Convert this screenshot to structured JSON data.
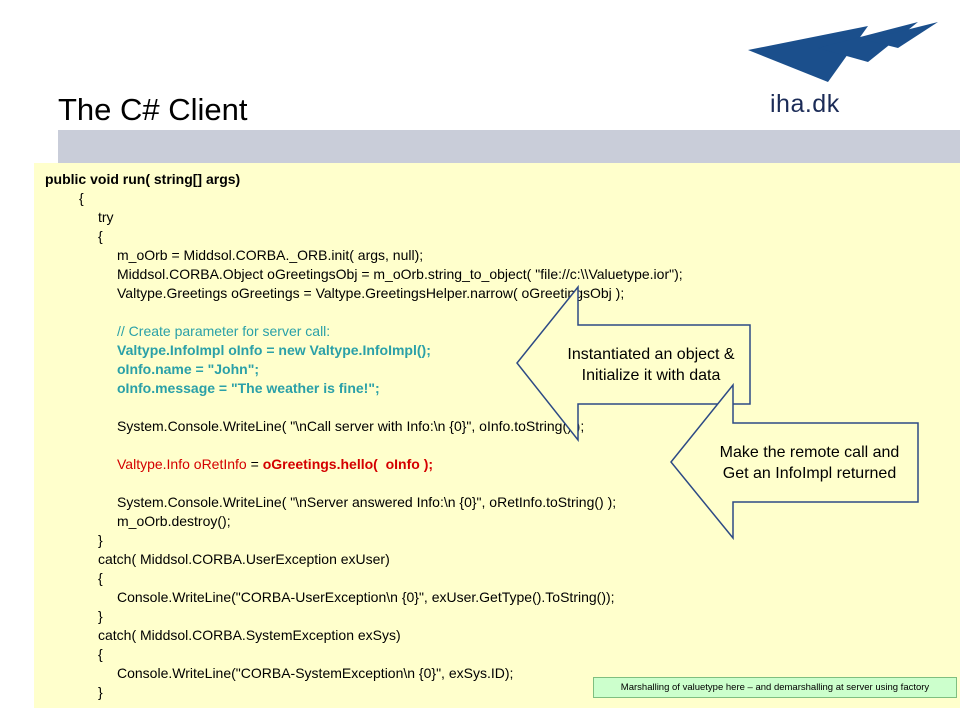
{
  "slide": {
    "title": "The C# Client",
    "logo_text": "iha.dk"
  },
  "code": {
    "line_01": "public void run( string[] args)",
    "line_02": "{",
    "line_03": "try",
    "line_04": "{",
    "line_05": "m_oOrb = Middsol.CORBA._ORB.init( args, null);",
    "line_06": "Middsol.CORBA.Object oGreetingsObj = m_oOrb.string_to_object( \"file://c:\\\\Valuetype.ior\");",
    "line_07": "Valtype.Greetings oGreetings = Valtype.GreetingsHelper.narrow( oGreetingsObj );",
    "line_08": "// Create parameter for server call:",
    "line_09": "Valtype.InfoImpl oInfo = new Valtype.InfoImpl();",
    "line_10": "oInfo.name = \"John\";",
    "line_11": "oInfo.message = \"The weather is fine!\";",
    "line_12": "System.Console.WriteLine( \"\\nCall server with Info:\\n {0}\", oInfo.toString() );",
    "line_13a": "Valtype.Info oRetInfo",
    "line_13b": " = ",
    "line_13c": "oGreetings.hello(  oInfo );",
    "line_14": "System.Console.WriteLine( \"\\nServer answered Info:\\n {0}\", oRetInfo.toString() );",
    "line_15": "m_oOrb.destroy();",
    "line_16": "}",
    "line_17": "catch( Middsol.CORBA.UserException exUser)",
    "line_18": "{",
    "line_19": "Console.WriteLine(\"CORBA-UserException\\n {0}\", exUser.GetType().ToString());",
    "line_20": "}",
    "line_21": "catch( Middsol.CORBA.SystemException exSys)",
    "line_22": "{",
    "line_23": "Console.WriteLine(\"CORBA-SystemException\\n {0}\", exSys.ID);",
    "line_24": "}"
  },
  "callouts": {
    "instantiate_line1": "Instantiated an object &",
    "instantiate_line2": "Initialize it with data",
    "remote_line1": "Make the remote call and",
    "remote_line2": "Get an InfoImpl returned"
  },
  "footnote": "Marshalling of valuetype here – and demarshalling at server using factory",
  "colors": {
    "code_background": "#ffffcc",
    "title_bar": "#c9cdd9",
    "comment_and_highlight": "#2aa0a8",
    "remote_call": "#d40000",
    "logo": "#1b4f8c",
    "footnote_background": "#ccffcc"
  }
}
